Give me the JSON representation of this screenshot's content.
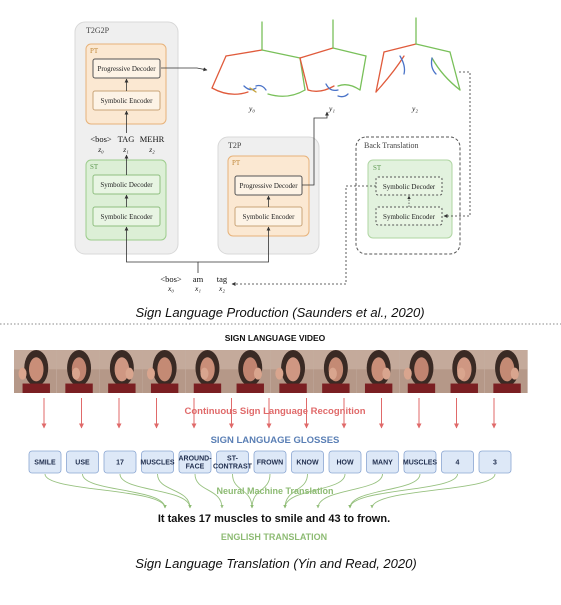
{
  "top": {
    "t2g2p_label": "T2G2P",
    "t2p_label": "T2P",
    "back_translation_label": "Back Translation",
    "pt_label": "PT",
    "st_label": "ST",
    "progressive_decoder": "Progressive Decoder",
    "symbolic_encoder": "Symbolic Encoder",
    "symbolic_decoder": "Symbolic Decoder",
    "gloss_tokens": [
      "<bos>",
      "TAG",
      "MEHR"
    ],
    "gloss_vars": [
      "z₀",
      "z₁",
      "z₂"
    ],
    "text_tokens": [
      "<bos>",
      "am",
      "tag"
    ],
    "text_vars": [
      "x₀",
      "x₁",
      "x₂"
    ],
    "pose_labels": [
      "y₀",
      "y₁",
      "y₂"
    ],
    "caption": "Sign Language Production (Saunders et al., 2020)"
  },
  "bottom": {
    "video_title": "SIGN LANGUAGE VIDEO",
    "recognition_label": "Continuous Sign Language Recognition",
    "glosses_title": "SIGN LANGUAGE GLOSSES",
    "glosses": [
      "SMILE",
      "USE",
      "17",
      "MUSCLES",
      "AROUND-\nFACE",
      "ST-\nCONTRAST",
      "FROWN",
      "KNOW",
      "HOW",
      "MANY",
      "MUSCLES",
      "4",
      "3"
    ],
    "nmt_label": "Neural Machine Translation",
    "sentence": "It takes 17 muscles to smile and 43 to frown.",
    "english_label": "ENGLISH TRANSLATION",
    "caption": "Sign Language Translation (Yin and Read, 2020)"
  },
  "colors": {
    "pt_fill": "#fbe8d2",
    "pt_stroke": "#e7b27a",
    "st_fill": "#dcefd6",
    "st_stroke": "#9ccc8c",
    "group_fill": "#efefef",
    "gloss_fill": "#dde8f7",
    "gloss_stroke": "#8aa6d2",
    "red": "#e06a6a",
    "green": "#8dbb73"
  }
}
